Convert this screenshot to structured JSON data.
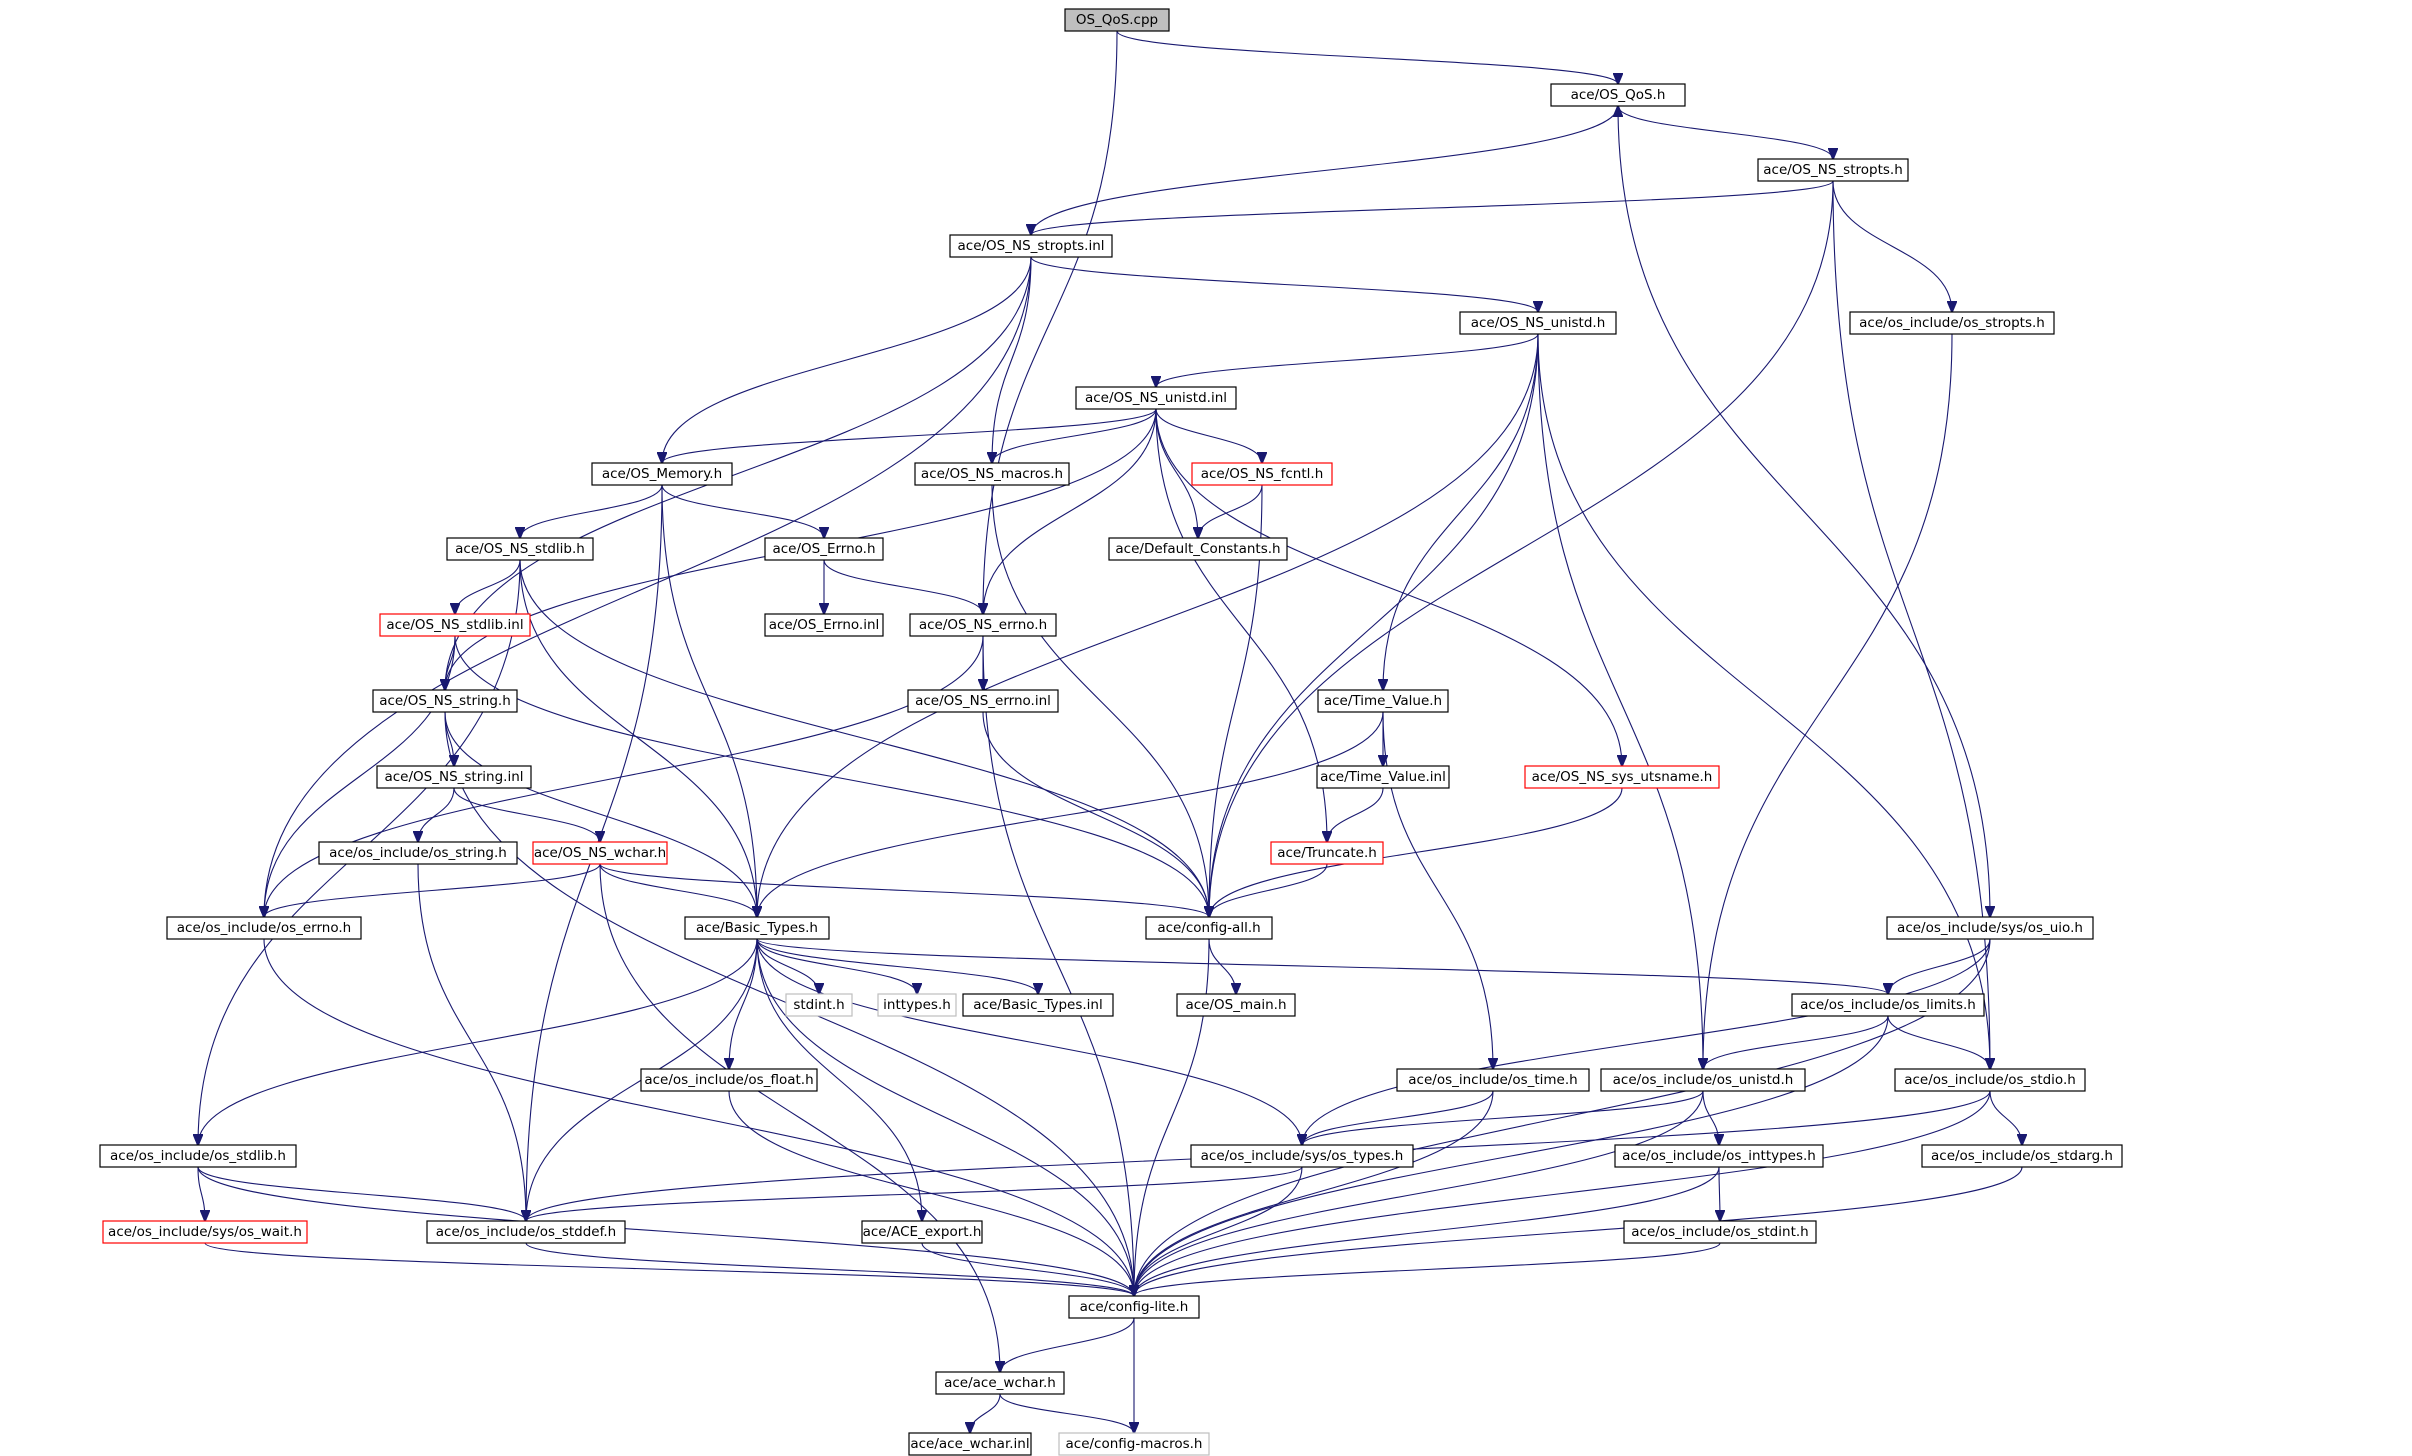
{
  "diagram": {
    "type": "include-dependency-graph",
    "colors": {
      "edge": "#191970",
      "normal_border": "#000000",
      "missing_border": "#ff0000",
      "external_border": "#bfbfbf",
      "root_fill": "#bfbfbf"
    },
    "nodes": [
      {
        "id": "os_qos_cpp",
        "label": "OS_QoS.cpp",
        "style": "root"
      },
      {
        "id": "os_qos_h",
        "label": "ace/OS_QoS.h",
        "style": "normal"
      },
      {
        "id": "ns_stropts_h",
        "label": "ace/OS_NS_stropts.h",
        "style": "normal"
      },
      {
        "id": "ns_stropts_inl",
        "label": "ace/OS_NS_stropts.inl",
        "style": "normal"
      },
      {
        "id": "ns_unistd_h",
        "label": "ace/OS_NS_unistd.h",
        "style": "normal"
      },
      {
        "id": "os_stropts_h",
        "label": "ace/os_include/os_stropts.h",
        "style": "normal"
      },
      {
        "id": "ns_unistd_inl",
        "label": "ace/OS_NS_unistd.inl",
        "style": "normal"
      },
      {
        "id": "os_memory_h",
        "label": "ace/OS_Memory.h",
        "style": "normal"
      },
      {
        "id": "ns_macros_h",
        "label": "ace/OS_NS_macros.h",
        "style": "normal"
      },
      {
        "id": "ns_fcntl_h",
        "label": "ace/OS_NS_fcntl.h",
        "style": "red"
      },
      {
        "id": "ns_stdlib_h",
        "label": "ace/OS_NS_stdlib.h",
        "style": "normal"
      },
      {
        "id": "os_errno_h",
        "label": "ace/OS_Errno.h",
        "style": "normal"
      },
      {
        "id": "default_constants_h",
        "label": "ace/Default_Constants.h",
        "style": "normal"
      },
      {
        "id": "ns_stdlib_inl",
        "label": "ace/OS_NS_stdlib.inl",
        "style": "red"
      },
      {
        "id": "os_errno_inl",
        "label": "ace/OS_Errno.inl",
        "style": "normal"
      },
      {
        "id": "ns_errno_h",
        "label": "ace/OS_NS_errno.h",
        "style": "normal"
      },
      {
        "id": "ns_string_h",
        "label": "ace/OS_NS_string.h",
        "style": "normal"
      },
      {
        "id": "ns_errno_inl",
        "label": "ace/OS_NS_errno.inl",
        "style": "normal"
      },
      {
        "id": "time_value_h",
        "label": "ace/Time_Value.h",
        "style": "normal"
      },
      {
        "id": "ns_string_inl",
        "label": "ace/OS_NS_string.inl",
        "style": "normal"
      },
      {
        "id": "time_value_inl",
        "label": "ace/Time_Value.inl",
        "style": "normal"
      },
      {
        "id": "ns_sys_utsname_h",
        "label": "ace/OS_NS_sys_utsname.h",
        "style": "red"
      },
      {
        "id": "osinc_string_h",
        "label": "ace/os_include/os_string.h",
        "style": "normal"
      },
      {
        "id": "ns_wchar_h",
        "label": "ace/OS_NS_wchar.h",
        "style": "red"
      },
      {
        "id": "truncate_h",
        "label": "ace/Truncate.h",
        "style": "red"
      },
      {
        "id": "osinc_errno_h",
        "label": "ace/os_include/os_errno.h",
        "style": "normal"
      },
      {
        "id": "basic_types_h",
        "label": "ace/Basic_Types.h",
        "style": "normal"
      },
      {
        "id": "config_all_h",
        "label": "ace/config-all.h",
        "style": "normal"
      },
      {
        "id": "sys_os_uio_h",
        "label": "ace/os_include/sys/os_uio.h",
        "style": "normal"
      },
      {
        "id": "stdint_h",
        "label": "stdint.h",
        "style": "grey"
      },
      {
        "id": "inttypes_h",
        "label": "inttypes.h",
        "style": "grey"
      },
      {
        "id": "basic_types_inl",
        "label": "ace/Basic_Types.inl",
        "style": "normal"
      },
      {
        "id": "os_main_h",
        "label": "ace/OS_main.h",
        "style": "normal"
      },
      {
        "id": "osinc_limits_h",
        "label": "ace/os_include/os_limits.h",
        "style": "normal"
      },
      {
        "id": "osinc_float_h",
        "label": "ace/os_include/os_float.h",
        "style": "normal"
      },
      {
        "id": "osinc_time_h",
        "label": "ace/os_include/os_time.h",
        "style": "normal"
      },
      {
        "id": "osinc_unistd_h",
        "label": "ace/os_include/os_unistd.h",
        "style": "normal"
      },
      {
        "id": "osinc_stdio_h",
        "label": "ace/os_include/os_stdio.h",
        "style": "normal"
      },
      {
        "id": "osinc_stdlib_h",
        "label": "ace/os_include/os_stdlib.h",
        "style": "normal"
      },
      {
        "id": "sys_os_types_h",
        "label": "ace/os_include/sys/os_types.h",
        "style": "normal"
      },
      {
        "id": "osinc_inttypes_h",
        "label": "ace/os_include/os_inttypes.h",
        "style": "normal"
      },
      {
        "id": "osinc_stdarg_h",
        "label": "ace/os_include/os_stdarg.h",
        "style": "normal"
      },
      {
        "id": "sys_os_wait_h",
        "label": "ace/os_include/sys/os_wait.h",
        "style": "red"
      },
      {
        "id": "osinc_stddef_h",
        "label": "ace/os_include/os_stddef.h",
        "style": "normal"
      },
      {
        "id": "ace_export_h",
        "label": "ace/ACE_export.h",
        "style": "normal"
      },
      {
        "id": "osinc_stdint_h",
        "label": "ace/os_include/os_stdint.h",
        "style": "normal"
      },
      {
        "id": "config_lite_h",
        "label": "ace/config-lite.h",
        "style": "normal"
      },
      {
        "id": "ace_wchar_h",
        "label": "ace/ace_wchar.h",
        "style": "normal"
      },
      {
        "id": "ace_wchar_inl",
        "label": "ace/ace_wchar.inl",
        "style": "normal"
      },
      {
        "id": "config_macros_h",
        "label": "ace/config-macros.h",
        "style": "grey"
      }
    ],
    "edges": [
      [
        "os_qos_cpp",
        "os_qos_h"
      ],
      [
        "os_qos_cpp",
        "ns_errno_h"
      ],
      [
        "os_qos_h",
        "ns_stropts_h"
      ],
      [
        "os_qos_h",
        "sys_os_uio_h"
      ],
      [
        "ns_stropts_h",
        "ns_stropts_inl"
      ],
      [
        "ns_stropts_h",
        "os_stropts_h"
      ],
      [
        "ns_stropts_h",
        "config_all_h"
      ],
      [
        "ns_stropts_h",
        "osinc_stdio_h"
      ],
      [
        "ns_stropts_inl",
        "os_qos_h"
      ],
      [
        "ns_stropts_inl",
        "ns_unistd_h"
      ],
      [
        "ns_stropts_inl",
        "os_memory_h"
      ],
      [
        "ns_stropts_inl",
        "ns_macros_h"
      ],
      [
        "ns_stropts_inl",
        "ns_string_h"
      ],
      [
        "ns_stropts_inl",
        "osinc_errno_h"
      ],
      [
        "ns_unistd_h",
        "ns_unistd_inl"
      ],
      [
        "ns_unistd_h",
        "time_value_h"
      ],
      [
        "ns_unistd_h",
        "config_all_h"
      ],
      [
        "ns_unistd_h",
        "osinc_unistd_h"
      ],
      [
        "ns_unistd_h",
        "osinc_stdio_h"
      ],
      [
        "ns_unistd_h",
        "basic_types_h"
      ],
      [
        "os_stropts_h",
        "osinc_unistd_h"
      ],
      [
        "ns_unistd_inl",
        "os_memory_h"
      ],
      [
        "ns_unistd_inl",
        "ns_macros_h"
      ],
      [
        "ns_unistd_inl",
        "ns_fcntl_h"
      ],
      [
        "ns_unistd_inl",
        "default_constants_h"
      ],
      [
        "ns_unistd_inl",
        "ns_errno_h"
      ],
      [
        "ns_unistd_inl",
        "ns_string_h"
      ],
      [
        "ns_unistd_inl",
        "truncate_h"
      ],
      [
        "ns_unistd_inl",
        "ns_sys_utsname_h"
      ],
      [
        "os_memory_h",
        "ns_stdlib_h"
      ],
      [
        "os_memory_h",
        "os_errno_h"
      ],
      [
        "os_memory_h",
        "basic_types_h"
      ],
      [
        "os_memory_h",
        "osinc_stddef_h"
      ],
      [
        "ns_macros_h",
        "config_all_h"
      ],
      [
        "ns_fcntl_h",
        "default_constants_h"
      ],
      [
        "ns_fcntl_h",
        "config_all_h"
      ],
      [
        "ns_stdlib_h",
        "ns_stdlib_inl"
      ],
      [
        "ns_stdlib_h",
        "basic_types_h"
      ],
      [
        "ns_stdlib_h",
        "config_all_h"
      ],
      [
        "ns_stdlib_h",
        "osinc_stdlib_h"
      ],
      [
        "os_errno_h",
        "os_errno_inl"
      ],
      [
        "os_errno_h",
        "ns_errno_h"
      ],
      [
        "ns_stdlib_inl",
        "ns_string_h"
      ],
      [
        "ns_stdlib_inl",
        "osinc_errno_h"
      ],
      [
        "ns_stdlib_inl",
        "config_all_h"
      ],
      [
        "ns_errno_h",
        "ns_errno_inl"
      ],
      [
        "ns_errno_h",
        "osinc_errno_h"
      ],
      [
        "ns_errno_h",
        "config_lite_h"
      ],
      [
        "ns_string_h",
        "ns_string_inl"
      ],
      [
        "ns_string_h",
        "basic_types_h"
      ],
      [
        "ns_string_h",
        "config_lite_h"
      ],
      [
        "ns_errno_inl",
        "config_all_h"
      ],
      [
        "time_value_h",
        "time_value_inl"
      ],
      [
        "time_value_h",
        "basic_types_h"
      ],
      [
        "time_value_h",
        "osinc_time_h"
      ],
      [
        "ns_string_inl",
        "osinc_string_h"
      ],
      [
        "ns_string_inl",
        "ns_wchar_h"
      ],
      [
        "time_value_inl",
        "truncate_h"
      ],
      [
        "ns_sys_utsname_h",
        "config_all_h"
      ],
      [
        "osinc_string_h",
        "osinc_stddef_h"
      ],
      [
        "ns_wchar_h",
        "basic_types_h"
      ],
      [
        "ns_wchar_h",
        "osinc_errno_h"
      ],
      [
        "ns_wchar_h",
        "config_all_h"
      ],
      [
        "ns_wchar_h",
        "ace_wchar_h"
      ],
      [
        "truncate_h",
        "config_all_h"
      ],
      [
        "osinc_errno_h",
        "config_lite_h"
      ],
      [
        "basic_types_h",
        "stdint_h"
      ],
      [
        "basic_types_h",
        "inttypes_h"
      ],
      [
        "basic_types_h",
        "basic_types_inl"
      ],
      [
        "basic_types_h",
        "osinc_limits_h"
      ],
      [
        "basic_types_h",
        "osinc_float_h"
      ],
      [
        "basic_types_h",
        "sys_os_types_h"
      ],
      [
        "basic_types_h",
        "osinc_stdlib_h"
      ],
      [
        "basic_types_h",
        "osinc_stddef_h"
      ],
      [
        "basic_types_h",
        "ace_export_h"
      ],
      [
        "basic_types_h",
        "config_lite_h"
      ],
      [
        "config_all_h",
        "os_main_h"
      ],
      [
        "config_all_h",
        "config_lite_h"
      ],
      [
        "sys_os_uio_h",
        "osinc_limits_h"
      ],
      [
        "sys_os_uio_h",
        "sys_os_types_h"
      ],
      [
        "sys_os_uio_h",
        "config_lite_h"
      ],
      [
        "osinc_limits_h",
        "osinc_unistd_h"
      ],
      [
        "osinc_limits_h",
        "osinc_stdio_h"
      ],
      [
        "osinc_limits_h",
        "config_lite_h"
      ],
      [
        "osinc_float_h",
        "config_lite_h"
      ],
      [
        "osinc_time_h",
        "sys_os_types_h"
      ],
      [
        "osinc_time_h",
        "config_lite_h"
      ],
      [
        "osinc_unistd_h",
        "sys_os_types_h"
      ],
      [
        "osinc_unistd_h",
        "osinc_inttypes_h"
      ],
      [
        "osinc_unistd_h",
        "config_lite_h"
      ],
      [
        "osinc_stdio_h",
        "osinc_stdarg_h"
      ],
      [
        "osinc_stdio_h",
        "osinc_stddef_h"
      ],
      [
        "osinc_stdio_h",
        "config_lite_h"
      ],
      [
        "osinc_stdlib_h",
        "sys_os_wait_h"
      ],
      [
        "osinc_stdlib_h",
        "osinc_stddef_h"
      ],
      [
        "osinc_stdlib_h",
        "config_lite_h"
      ],
      [
        "sys_os_types_h",
        "osinc_stddef_h"
      ],
      [
        "sys_os_types_h",
        "config_lite_h"
      ],
      [
        "osinc_inttypes_h",
        "osinc_stdint_h"
      ],
      [
        "osinc_inttypes_h",
        "config_lite_h"
      ],
      [
        "osinc_stdarg_h",
        "config_lite_h"
      ],
      [
        "sys_os_wait_h",
        "config_lite_h"
      ],
      [
        "osinc_stddef_h",
        "config_lite_h"
      ],
      [
        "ace_export_h",
        "config_lite_h"
      ],
      [
        "osinc_stdint_h",
        "config_lite_h"
      ],
      [
        "config_lite_h",
        "ace_wchar_h"
      ],
      [
        "config_lite_h",
        "config_macros_h"
      ],
      [
        "ace_wchar_h",
        "ace_wchar_inl"
      ],
      [
        "ace_wchar_h",
        "config_macros_h"
      ]
    ]
  }
}
